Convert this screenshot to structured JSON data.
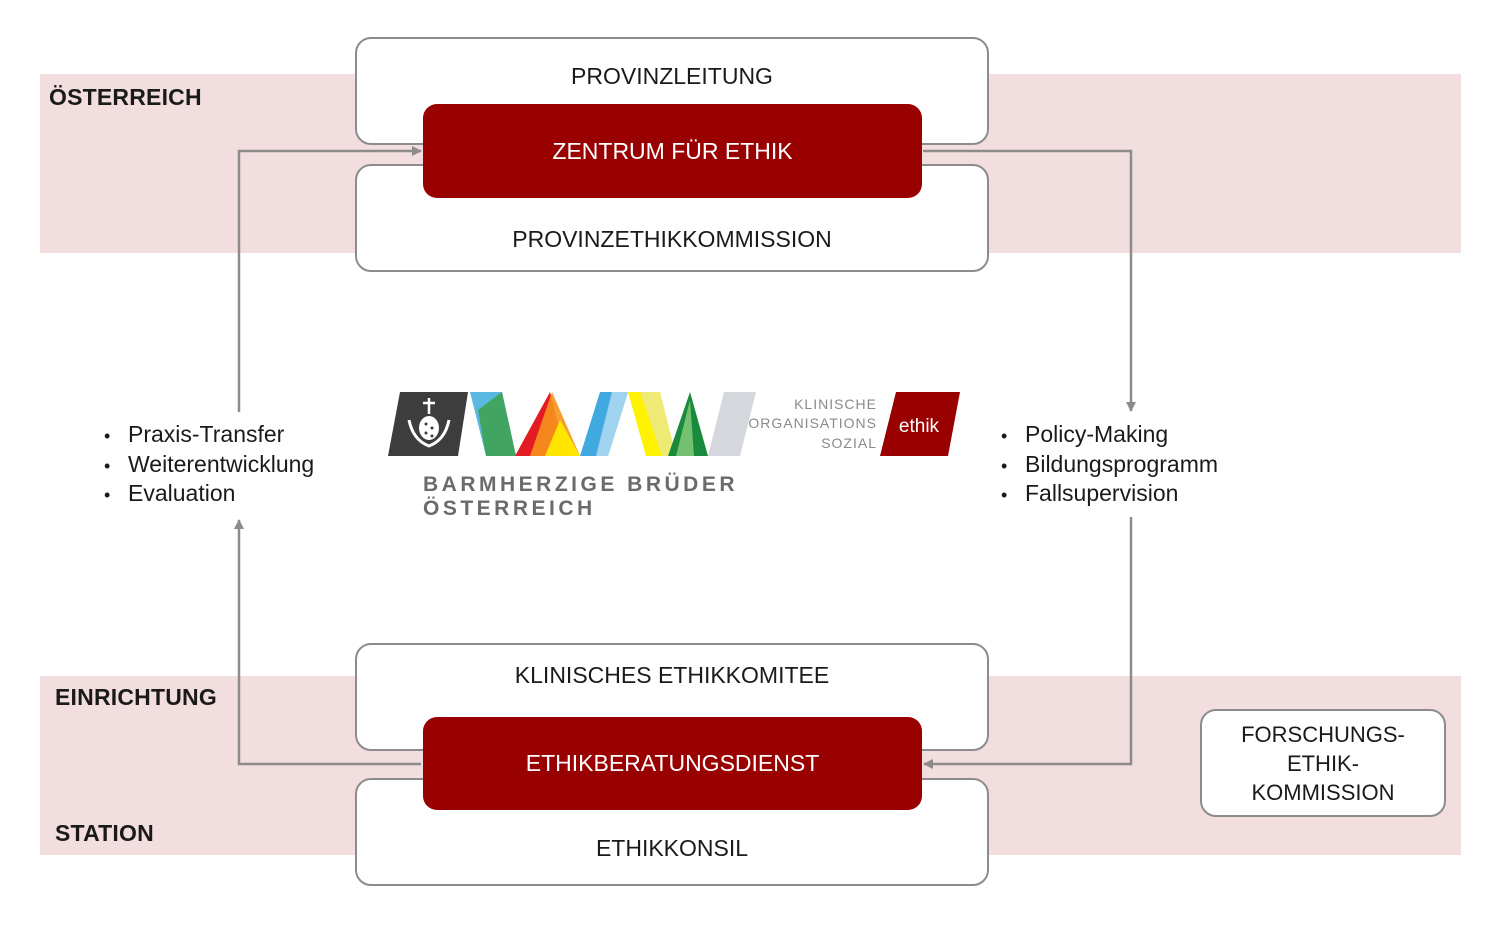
{
  "bands": {
    "top_label": "ÖSTERREICH",
    "bottom_label_1": "EINRICHTUNG",
    "bottom_label_2": "STATION",
    "band_color": "#f2dede"
  },
  "top_group": {
    "upper": "PROVINZLEITUNG",
    "center": "ZENTRUM FÜR ETHIK",
    "lower": "PROVINZETHIKKOMMISSION"
  },
  "bottom_group": {
    "upper": "KLINISCHES ETHIKKOMITEE",
    "center": "ETHIKBERATUNGSDIENST",
    "lower": "ETHIKKONSIL"
  },
  "left_list": [
    "Praxis-Transfer",
    "Weiterentwicklung",
    "Evaluation"
  ],
  "right_list": [
    "Policy-Making",
    "Bildungsprogramm",
    "Fallsupervision"
  ],
  "side_box": {
    "line1": "FORSCHUNGS-",
    "line2": "ETHIK-",
    "line3": "KOMMISSION"
  },
  "logo": {
    "org_line1": "BARMHERZIGE BRÜDER",
    "org_line2": "ÖSTERREICH",
    "tag1": "KLINISCHE",
    "tag2": "ORGANISATIONS",
    "tag3": "SOZIAL",
    "badge": "ethik"
  },
  "colors": {
    "accent": "#990000",
    "border": "#8c8c8c",
    "arrow": "#8c8c8c"
  }
}
